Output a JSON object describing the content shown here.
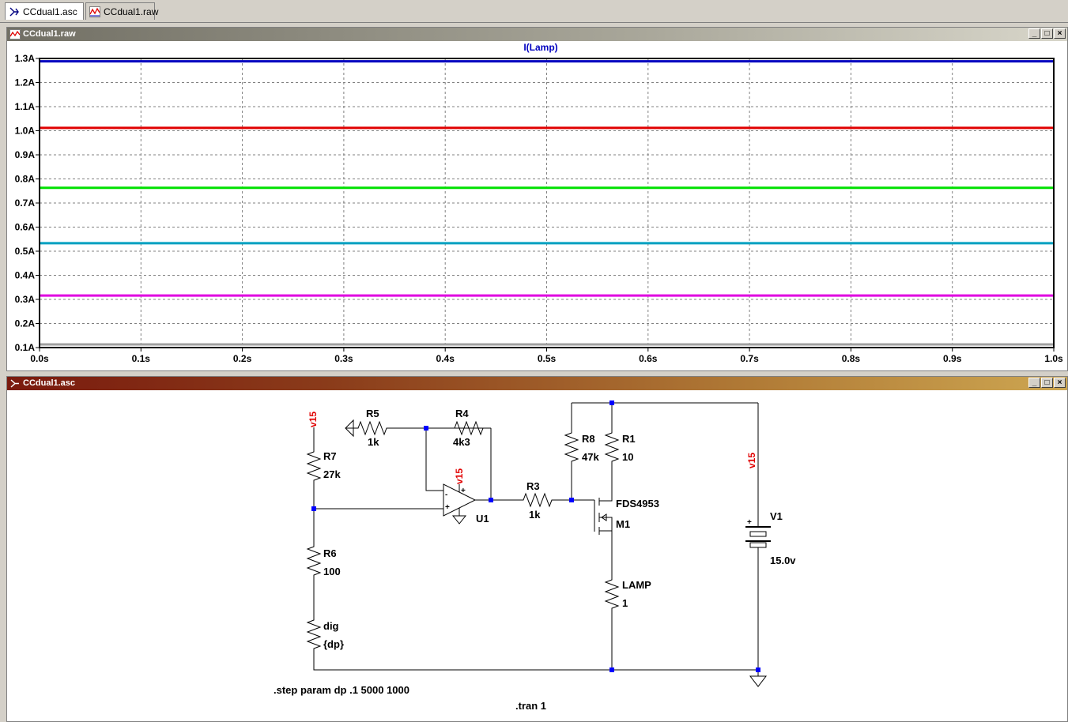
{
  "tabs": [
    {
      "label": "CCdual1.asc",
      "icon": "schematic-icon"
    },
    {
      "label": "CCdual1.raw",
      "icon": "waveform-icon"
    }
  ],
  "waveform_window": {
    "title": "CCdual1.raw",
    "trace_label": "I(Lamp)",
    "controls": {
      "minimize": "_",
      "restore": "□",
      "close": "×"
    }
  },
  "schematic_window": {
    "title": "CCdual1.asc",
    "controls": {
      "minimize": "_",
      "restore": "□",
      "close": "×"
    }
  },
  "chart_data": {
    "type": "line",
    "title": "I(Lamp)",
    "xlim": [
      0,
      1.0
    ],
    "ylim": [
      0.1,
      1.3
    ],
    "x_ticks": [
      "0.0s",
      "0.1s",
      "0.2s",
      "0.3s",
      "0.4s",
      "0.5s",
      "0.6s",
      "0.7s",
      "0.8s",
      "0.9s",
      "1.0s"
    ],
    "y_ticks": [
      "0.1A",
      "0.2A",
      "0.3A",
      "0.4A",
      "0.5A",
      "0.6A",
      "0.7A",
      "0.8A",
      "0.9A",
      "1.0A",
      "1.1A",
      "1.2A",
      "1.3A"
    ],
    "grid": true,
    "series": [
      {
        "color": "#0000c0",
        "x": [
          0,
          1.0
        ],
        "y": [
          1.288,
          1.288
        ]
      },
      {
        "color": "#e00000",
        "x": [
          0,
          1.0
        ],
        "y": [
          1.012,
          1.012
        ]
      },
      {
        "color": "#00e000",
        "x": [
          0,
          1.0
        ],
        "y": [
          0.763,
          0.763
        ]
      },
      {
        "color": "#00a0c0",
        "x": [
          0,
          1.0
        ],
        "y": [
          0.533,
          0.533
        ]
      },
      {
        "color": "#e000e0",
        "x": [
          0,
          1.0
        ],
        "y": [
          0.316,
          0.316
        ]
      },
      {
        "color": "#a0a0a0",
        "x": [
          0,
          1.0
        ],
        "y": [
          0.113,
          0.113
        ]
      }
    ]
  },
  "schematic": {
    "net_labels": [
      "v15",
      "v15",
      "v15"
    ],
    "components": {
      "R5": {
        "name": "R5",
        "value": "1k"
      },
      "R4": {
        "name": "R4",
        "value": "4k3"
      },
      "R7": {
        "name": "R7",
        "value": "27k"
      },
      "R6": {
        "name": "R6",
        "value": "100"
      },
      "R3": {
        "name": "R3",
        "value": "1k"
      },
      "R8": {
        "name": "R8",
        "value": "47k"
      },
      "R1": {
        "name": "R1",
        "value": "10"
      },
      "LAMP": {
        "name": "LAMP",
        "value": "1"
      },
      "dig": {
        "name": "dig",
        "value": "{dp}"
      },
      "U1": {
        "name": "U1"
      },
      "M1": {
        "name": "M1",
        "value": "FDS4953"
      },
      "V1": {
        "name": "V1",
        "value": "15.0v"
      }
    },
    "directives": {
      "step": ".step param dp .1 5000 1000",
      "tran": ".tran 1"
    },
    "opamp_signs": {
      "minus": "-",
      "plus": "+",
      "vplus": "+"
    },
    "battery_plus": "+"
  }
}
